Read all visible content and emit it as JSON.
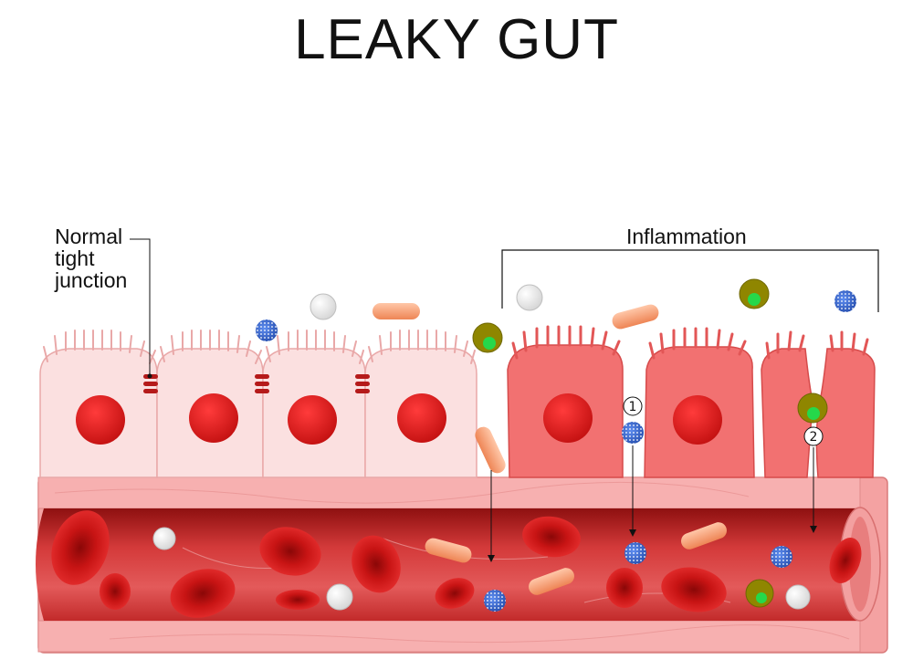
{
  "title": "LEAKY GUT",
  "labels": {
    "normal_line1": "Normal",
    "normal_line2": "tight",
    "normal_line3": "junction",
    "inflammation": "Inflammation"
  },
  "markers": {
    "m1": "1",
    "m2": "2"
  },
  "colors": {
    "healthy_cell": "#fadede",
    "inflamed_cell": "#f07070",
    "nucleus": "#d51b1b",
    "vessel_wall": "#f5a3a3",
    "lumen": "#c72626",
    "rbc": "#c41010",
    "bacterium": "#f39a72",
    "white_cell": "#f0f0f0",
    "toxin": "#3b6fd0",
    "immune_cell": "#8a8000"
  }
}
